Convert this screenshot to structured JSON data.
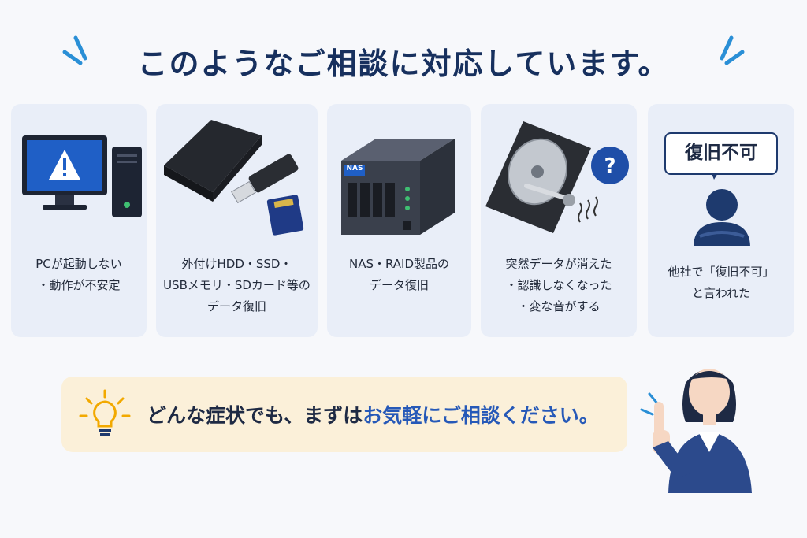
{
  "title": "このようなご相談に対応しています。",
  "cards": [
    {
      "lines": [
        "PCが起動しない",
        "・動作が不安定"
      ],
      "icon": "pc-warning-icon"
    },
    {
      "lines": [
        "外付けHDD・SSD・",
        "USBメモリ・SDカード等の",
        "データ復旧"
      ],
      "icon": "storage-devices-icon"
    },
    {
      "lines": [
        "NAS・RAID製品の",
        "データ復旧"
      ],
      "icon": "nas-icon",
      "nas_label": "NAS"
    },
    {
      "lines": [
        "突然データが消えた",
        "・認識しなくなった",
        "・変な音がする"
      ],
      "icon": "hard-disk-icon",
      "question_mark": "?"
    },
    {
      "lines": [
        "他社で「復旧不可」",
        "と言われた"
      ],
      "icon": "person-icon",
      "bubble": "復旧不可"
    }
  ],
  "banner": {
    "text_before": "どんな症状でも、まずは",
    "text_highlight": "お気軽にご相談ください。",
    "icon": "light-bulb-icon"
  },
  "colors": {
    "navy": "#17305e",
    "accent_blue": "#2659b8",
    "card_bg": "#e9eef8",
    "banner_bg": "#fbf0d9",
    "bulb": "#f2a900"
  }
}
